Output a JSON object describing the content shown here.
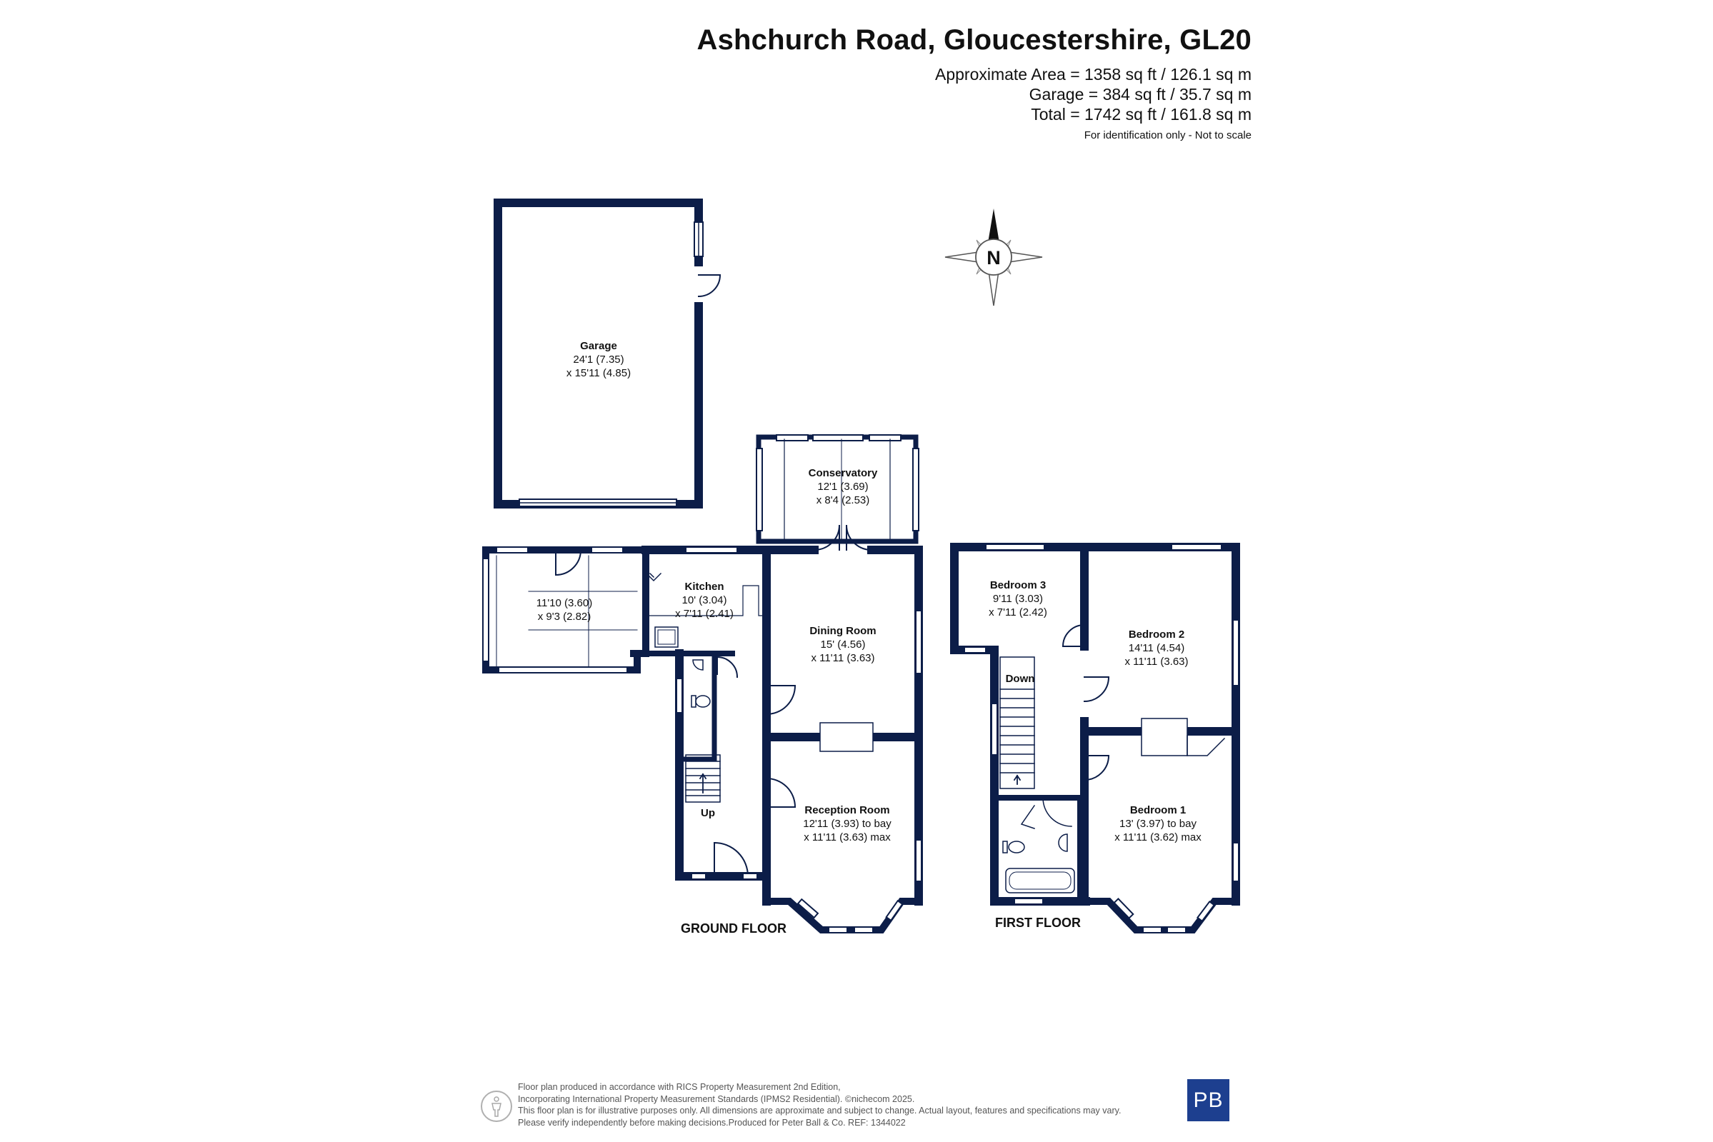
{
  "header": {
    "title": "Ashchurch Road, Gloucestershire, GL20",
    "area_lines": [
      "Approximate Area = 1358 sq ft / 126.1 sq m",
      "Garage = 384 sq ft / 35.7 sq m",
      "Total = 1742 sq ft / 161.8 sq m"
    ],
    "disclaimer": "For identification only - Not to scale"
  },
  "compass": {
    "label": "N"
  },
  "colors": {
    "wall": "#0c1d48",
    "window": "#ffffff",
    "logo_bg": "#1d3f8f",
    "text": "#111111"
  },
  "garage": {
    "name": "Garage",
    "dim1": "24'1 (7.35)",
    "dim2": "x 15'11 (4.85)"
  },
  "ground_floor": {
    "label": "GROUND FLOOR",
    "stairs_label": "Up",
    "rooms": {
      "utility": {
        "name": "",
        "dim1": "11'10 (3.60)",
        "dim2": "x 9'3 (2.82)"
      },
      "kitchen": {
        "name": "Kitchen",
        "dim1": "10' (3.04)",
        "dim2": "x 7'11 (2.41)"
      },
      "conservatory": {
        "name": "Conservatory",
        "dim1": "12'1 (3.69)",
        "dim2": "x 8'4 (2.53)"
      },
      "dining": {
        "name": "Dining Room",
        "dim1": "15' (4.56)",
        "dim2": "x 11'11 (3.63)"
      },
      "reception": {
        "name": "Reception Room",
        "dim1": "12'11 (3.93) to bay",
        "dim2": "x 11'11 (3.63) max"
      }
    }
  },
  "first_floor": {
    "label": "FIRST FLOOR",
    "stairs_label": "Down",
    "rooms": {
      "bedroom3": {
        "name": "Bedroom 3",
        "dim1": "9'11 (3.03)",
        "dim2": "x 7'11 (2.42)"
      },
      "bedroom2": {
        "name": "Bedroom 2",
        "dim1": "14'11 (4.54)",
        "dim2": "x 11'11 (3.63)"
      },
      "bedroom1": {
        "name": "Bedroom 1",
        "dim1": "13' (3.97) to bay",
        "dim2": "x 11'11 (3.62) max"
      }
    }
  },
  "footer": {
    "lines": [
      "Floor plan produced in accordance with RICS Property Measurement 2nd Edition,",
      "Incorporating International Property Measurement Standards (IPMS2 Residential).  ©nichecom 2025.",
      "This floor plan is for illustrative purposes only. All dimensions are approximate and subject to change. Actual layout, features and specifications may vary.",
      "Please verify independently before making decisions.Produced for Peter Ball & Co.   REF:  1344022"
    ],
    "logo": "PB"
  }
}
